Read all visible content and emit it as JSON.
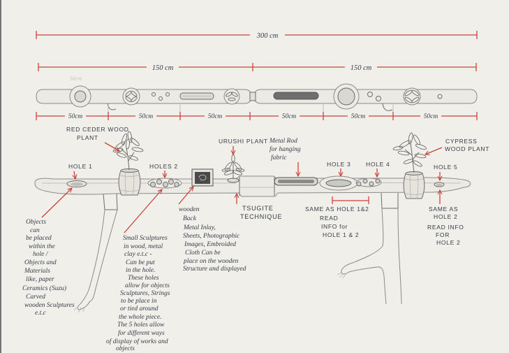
{
  "dimensions": {
    "total": "300 cm",
    "half_left": "150 cm",
    "half_right": "150 cm",
    "faint_note": "50cm",
    "segments": [
      "50cm",
      "50cm",
      "50cm",
      "50cm",
      "50cm",
      "50cm"
    ]
  },
  "labels": {
    "red_ceder_wood_plant": [
      "RED CEDER WOOD",
      "PLANT"
    ],
    "urushi_plant": "URUSHI PLANT",
    "metal_rod": [
      "Metal Rod",
      "for hanging",
      "fabric"
    ],
    "cypress_wood_plant": [
      "CYPRESS",
      "WOOD PLANT"
    ],
    "hole_1": "HOLE 1",
    "holes_2": "HOLES 2",
    "hole_3": "HOLE 3",
    "hole_4": "HOLE 4",
    "hole_5": "HOLE 5",
    "tsugite": [
      "TSUGITE",
      "TECHNIQUE"
    ],
    "same_as_hole_1_2": "SAME AS HOLE 1&2",
    "read_info_hole_1_2": [
      "READ",
      "INFO for",
      "HOLE 1 & 2"
    ],
    "same_as_hole_2": [
      "SAME AS",
      "HOLE 2"
    ],
    "read_info_hole_2": [
      "READ INFO",
      "FOR",
      "HOLE 2"
    ]
  },
  "notes": {
    "objects_in_hole": [
      "Objects",
      "can",
      "be placed",
      "within the",
      "hole /",
      "Objects and",
      "Materials",
      "like, paper",
      "Ceramics (Suzu)",
      "Carved",
      "wooden Sculptures",
      "e.t.c"
    ],
    "small_sculptures": [
      "Small Sculptures",
      "in wood, metal",
      "clay e.t.c -",
      "Can be put",
      "in the hole.",
      "These holes",
      "allow for objects",
      "Sculptures, Strings",
      "to be place in",
      "or tied around",
      "the whole piece.",
      "The 5 holes allow",
      "for different ways",
      "of display of works and",
      "objects"
    ],
    "wooden_back": [
      "wooden",
      "Back",
      "Metal Inlay,",
      "Sheets, Photographic",
      "Images, Embroided",
      "Cloth Can be",
      "place on the wooden",
      "Structure and displayed"
    ]
  },
  "colors": {
    "paper": "#f0efea",
    "pencil": "#8a8a8a",
    "ink": "#363b48",
    "dimension_red": "#c9443c"
  }
}
